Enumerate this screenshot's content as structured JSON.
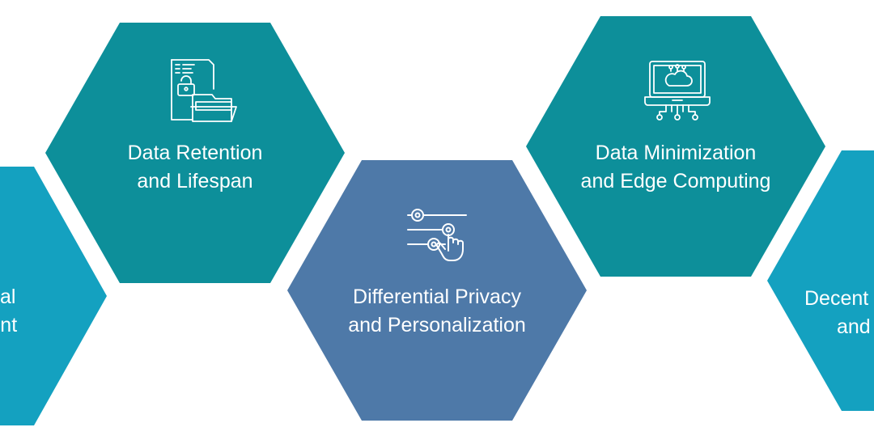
{
  "colors": {
    "teal": "#0d8f9a",
    "cyan": "#14a1c0",
    "slate_blue": "#4e79a8",
    "icon_stroke": "#ffffff"
  },
  "hexagons": [
    {
      "id": "consent",
      "line1": "al",
      "line2": "nsent",
      "color": "#14a1c0"
    },
    {
      "id": "retention",
      "line1": "Data Retention",
      "line2": "and Lifespan",
      "icon": "document-lock-folder-icon",
      "color": "#0d8f9a"
    },
    {
      "id": "differential",
      "line1": "Differential Privacy",
      "line2": "and Personalization",
      "icon": "sliders-touch-icon",
      "color": "#4e79a8"
    },
    {
      "id": "minimization",
      "line1": "Data Minimization",
      "line2": "and Edge Computing",
      "icon": "laptop-cloud-network-icon",
      "color": "#0d8f9a"
    },
    {
      "id": "decentralized",
      "line1": "Decent",
      "line2": "and",
      "color": "#14a1c0"
    }
  ]
}
